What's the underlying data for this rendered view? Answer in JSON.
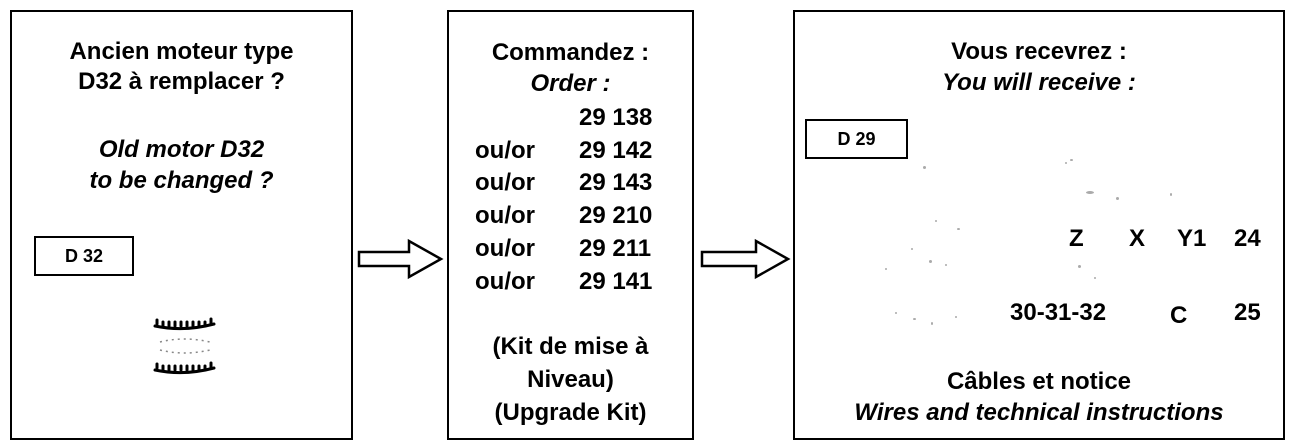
{
  "panel_old": {
    "title_line1": "Ancien moteur type",
    "title_line2": "D32 à remplacer ?",
    "subtitle_line1": "Old motor D32",
    "subtitle_line2": "to be changed ?",
    "label": "D 32"
  },
  "panel_order": {
    "title": "Commandez :",
    "subtitle": "Order :",
    "items": [
      {
        "prefix": "",
        "ref": "29 138"
      },
      {
        "prefix": "ou/or",
        "ref": "29 142"
      },
      {
        "prefix": "ou/or",
        "ref": "29 143"
      },
      {
        "prefix": "ou/or",
        "ref": "29 210"
      },
      {
        "prefix": "ou/or",
        "ref": "29 211"
      },
      {
        "prefix": "ou/or",
        "ref": "29 141"
      }
    ],
    "kit_line1": "(Kit de mise à",
    "kit_line2": "Niveau)",
    "kit_line3": "(Upgrade Kit)"
  },
  "panel_receive": {
    "title": "Vous recevrez :",
    "subtitle": "You will receive :",
    "label": "D 29",
    "terminals_row1": [
      "Z",
      "X",
      "Y1",
      "24"
    ],
    "terminals_row2": [
      "30-31-32",
      "C",
      "25"
    ],
    "footer_line1": "Câbles et notice",
    "footer_line2": "Wires and technical instructions"
  }
}
